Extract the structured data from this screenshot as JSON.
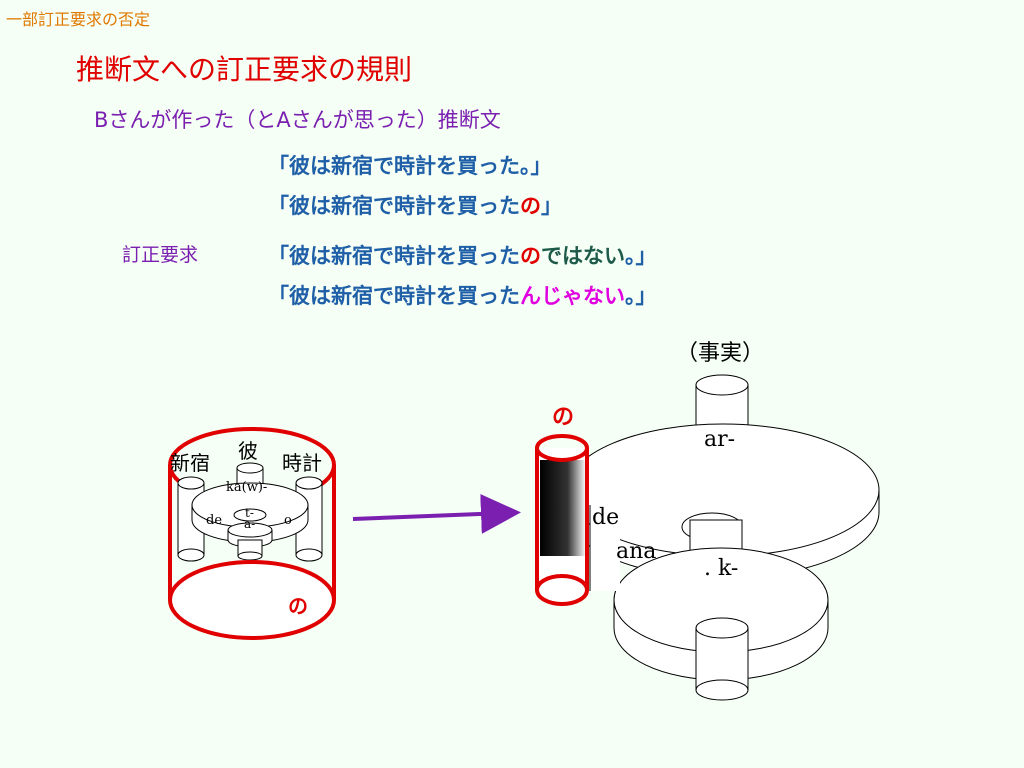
{
  "header": {
    "section": "一部訂正要求の否定",
    "title": "推断文への訂正要求の規則",
    "subtitle": "Bさんが作った（とAさんが思った）推断文",
    "teisei_label": "訂正要求"
  },
  "sentences": [
    {
      "a": "「彼は新宿で時計を買った。」"
    },
    {
      "a": "「彼は新宿で時計を買った",
      "b": "の",
      "c": "」"
    },
    {
      "a": "「彼は新宿で時計を買った",
      "b": "の",
      "c": "ではない",
      "d": "。」"
    },
    {
      "a": "「彼は新宿で時計を買った",
      "b": "んじゃない",
      "c": "。」"
    }
  ],
  "diagram_left": {
    "top_left": "新宿",
    "top_center": "彼",
    "top_right": "時計",
    "disk_label": "ka(w)-",
    "inner_t": "t-",
    "inner_a": "a-",
    "left_de": "de",
    "right_o": "o",
    "no": "の"
  },
  "diagram_right": {
    "fact": "（事実）",
    "no": "の",
    "ar": "ar-",
    "de": "de",
    "ana": "ana",
    "k": ". k-"
  },
  "colors": {
    "orange": "#e07800",
    "red": "#e00000",
    "purple": "#7a1fb0",
    "blue": "#1f5fa8",
    "magenta": "#e000e0"
  }
}
